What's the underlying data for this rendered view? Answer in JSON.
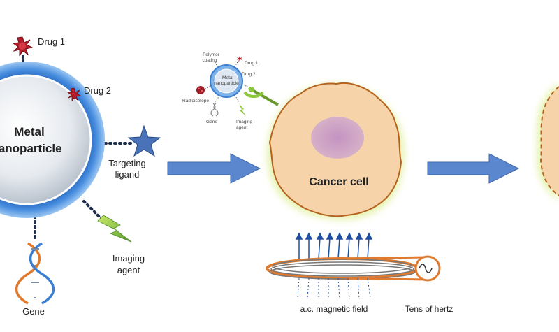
{
  "nanoparticle": {
    "core_line1": "Metal",
    "core_line2": "nanoparticle",
    "drug1": "Drug 1",
    "drug2": "Drug 2",
    "targeting_line1": "Targeting",
    "targeting_line2": "ligand",
    "imaging_line1": "Imaging",
    "imaging_line2": "agent",
    "gene": "Gene"
  },
  "mini": {
    "core_line1": "Metal",
    "core_line2": "nanoparticle",
    "polymer_line1": "Polymer",
    "polymer_line2": "coating",
    "drug1": "Drug 1",
    "drug2": "Drug 2",
    "radioisotope": "Radioisotope",
    "gene": "Gene",
    "imaging_line1": "Imaging",
    "imaging_line2": "agent"
  },
  "cell": {
    "label": "Cancer cell"
  },
  "field": {
    "label": "a.c. magnetic field",
    "frequency": "Tens of hertz"
  },
  "colors": {
    "shell": "#3a7fd1",
    "cell_fill": "#f6d3a8",
    "cell_outline": "#b5621f",
    "nucleus": "#c99ac4",
    "arrow": "#5b87cf",
    "coil": "#e07a2e",
    "drug": "#b51e2a",
    "ligand": "#4a72b8",
    "lightning": "#8cc63e"
  }
}
